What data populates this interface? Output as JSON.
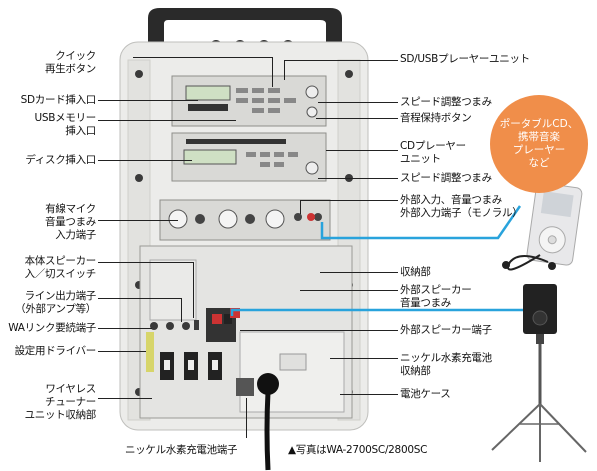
{
  "labels_left": [
    {
      "id": "quick-play-button",
      "lines": [
        "クイック",
        "再生ボタン"
      ]
    },
    {
      "id": "sd-card-slot",
      "lines": [
        "SDカード挿入口"
      ]
    },
    {
      "id": "usb-memory-slot",
      "lines": [
        "USBメモリー",
        "挿入口"
      ]
    },
    {
      "id": "disc-slot",
      "lines": [
        "ディスク挿入口"
      ]
    },
    {
      "id": "wired-mic-volume",
      "lines": [
        "有線マイク",
        "音量つまみ",
        "入力端子"
      ]
    },
    {
      "id": "speaker-switch",
      "lines": [
        "本体スピーカー",
        "入／切スイッチ"
      ]
    },
    {
      "id": "line-out-terminal",
      "lines": [
        "ライン出力端子",
        "（外部アンプ等）"
      ]
    },
    {
      "id": "wa-link-terminal",
      "lines": [
        "WAリンク要続端子"
      ]
    },
    {
      "id": "setting-driver",
      "lines": [
        "設定用ドライバー"
      ]
    },
    {
      "id": "wireless-tuner-bay",
      "lines": [
        "ワイヤレス",
        "チューナー",
        "ユニット収納部"
      ]
    }
  ],
  "labels_right": [
    {
      "id": "sd-usb-player-unit",
      "lines": [
        "SD/USBプレーヤーユニット"
      ]
    },
    {
      "id": "speed-knob-1",
      "lines": [
        "スピード調整つまみ"
      ]
    },
    {
      "id": "pitch-hold-button",
      "lines": [
        "音程保持ボタン"
      ]
    },
    {
      "id": "cd-player-unit",
      "lines": [
        "CDプレーヤー",
        "ユニット"
      ]
    },
    {
      "id": "speed-knob-2",
      "lines": [
        "スピード調整つまみ"
      ]
    },
    {
      "id": "external-input",
      "lines": [
        "外部入力、音量つまみ",
        "外部入力端子（モノラル）"
      ]
    },
    {
      "id": "storage",
      "lines": [
        "収納部"
      ]
    },
    {
      "id": "ext-speaker-volume",
      "lines": [
        "外部スピーカー",
        "音量つまみ"
      ]
    },
    {
      "id": "ext-speaker-terminal",
      "lines": [
        "外部スピーカー端子"
      ]
    },
    {
      "id": "nimh-bay",
      "lines": [
        "ニッケル水素充電池",
        "収納部"
      ]
    },
    {
      "id": "battery-case",
      "lines": [
        "電池ケース"
      ]
    }
  ],
  "bottom": {
    "nimh_terminal": "ニッケル水素充電池端子",
    "photo_caption": "▲写真はWA-2700SC/2800SC"
  },
  "bubble": {
    "lines": [
      "ポータブルCD、",
      "携帯音楽",
      "プレーヤー",
      "など"
    ],
    "color": "#f08e4a"
  },
  "colors": {
    "cable": "#29a3dc",
    "body": "#e8e8e6",
    "panel": "#d8d8d4",
    "accent": "#f08e4a"
  }
}
